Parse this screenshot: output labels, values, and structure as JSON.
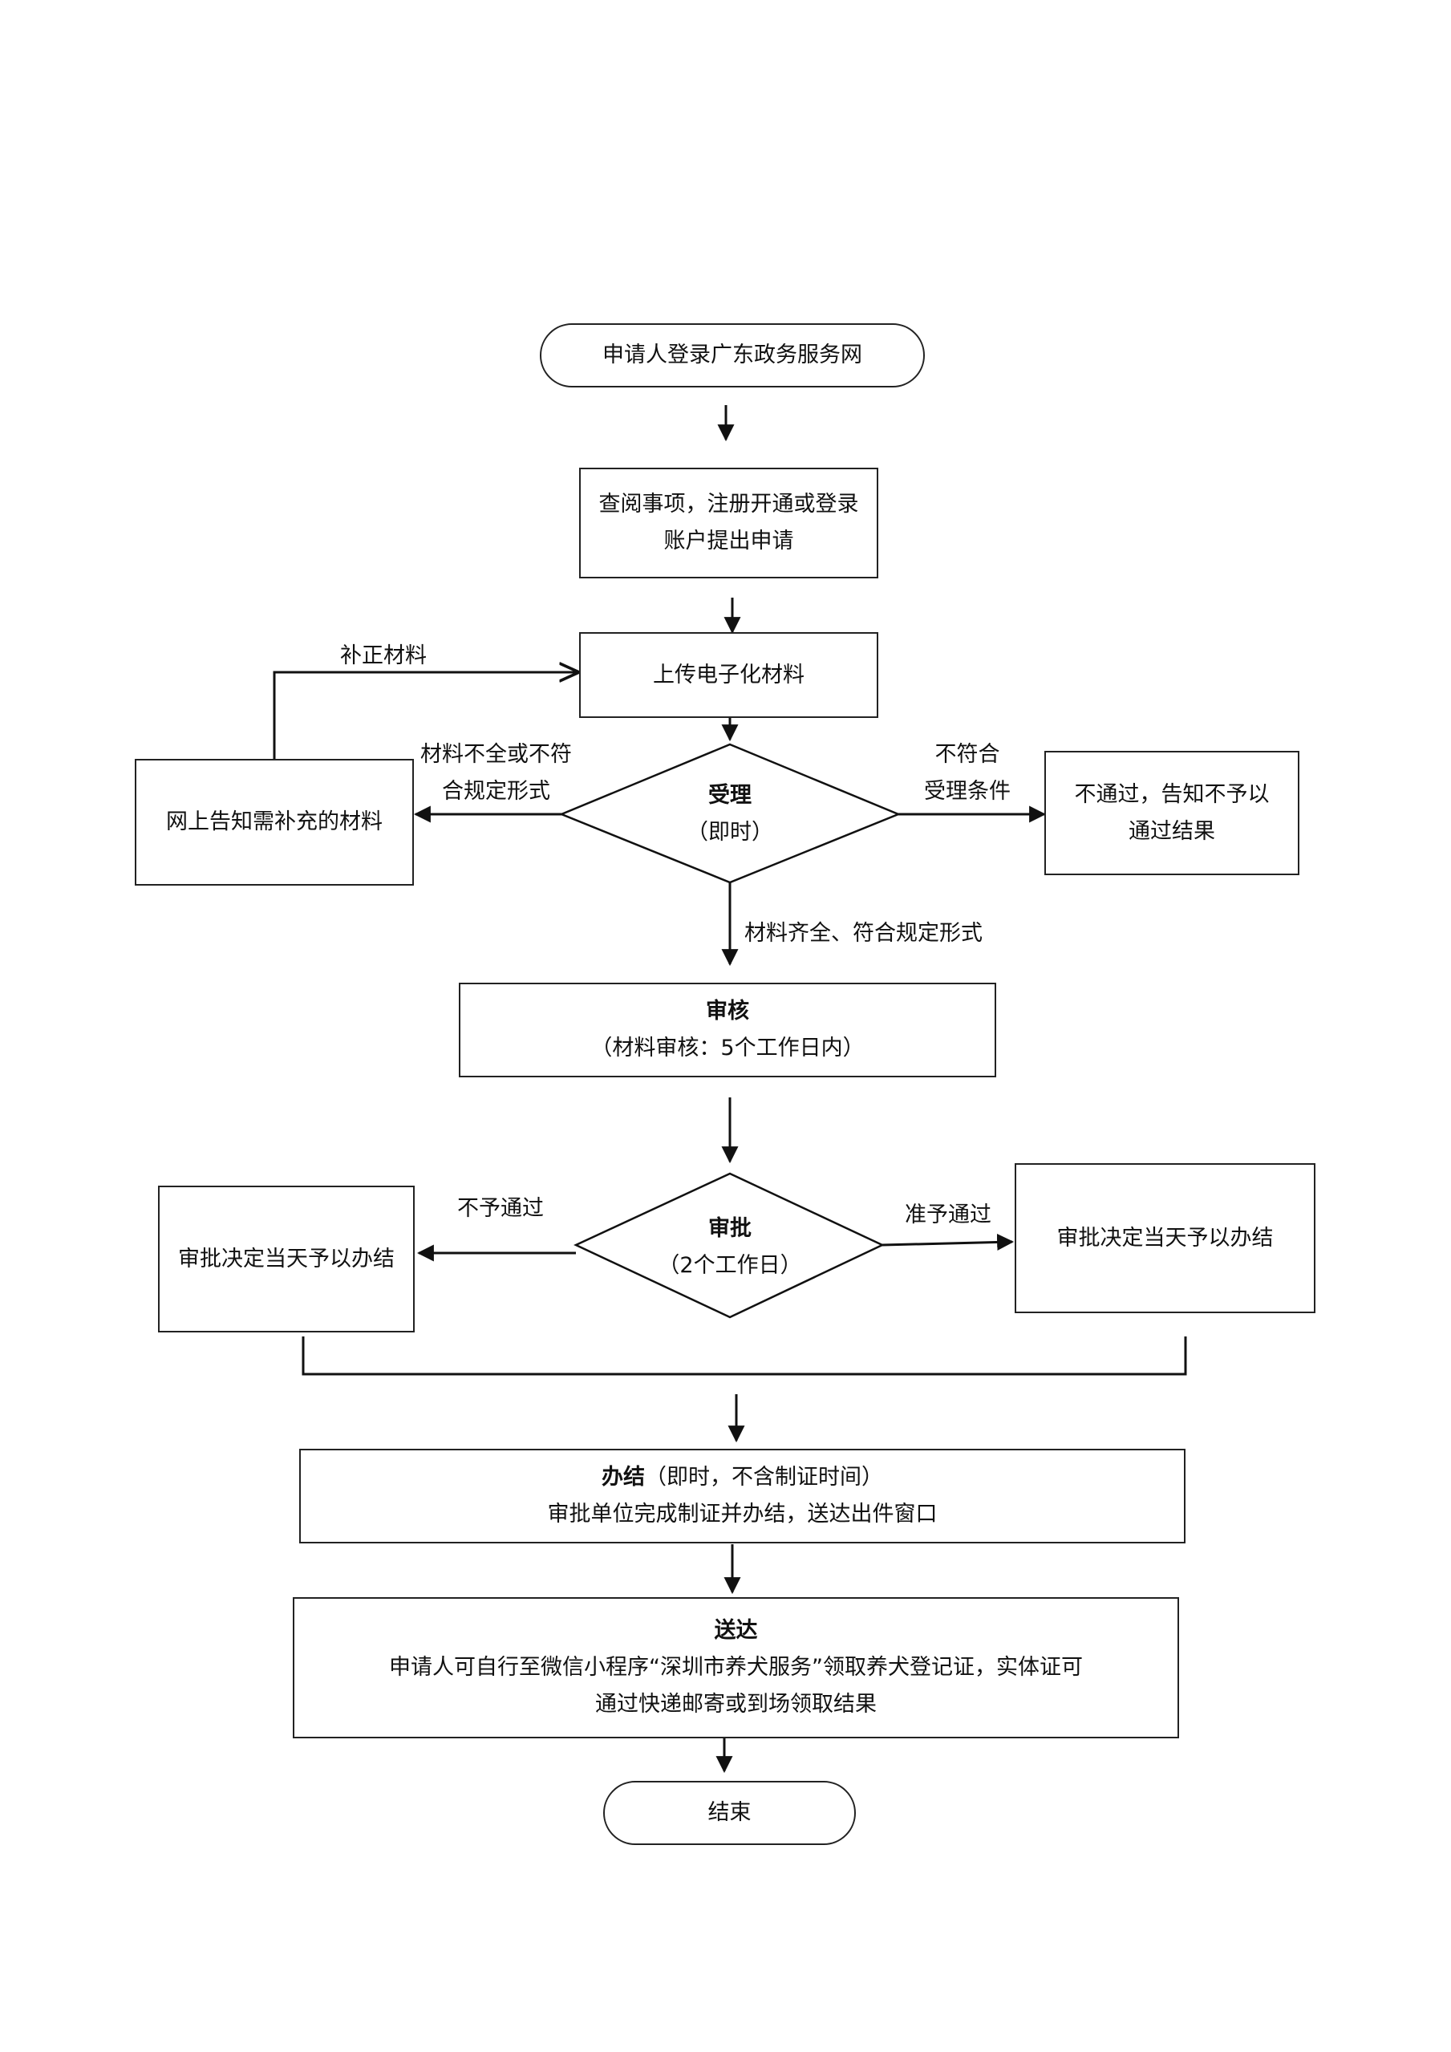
{
  "nodes": {
    "start": "申请人登录广东政务服务网",
    "apply": {
      "line1": "查阅事项，注册开通或登录",
      "line2": "账户提出申请"
    },
    "upload": "上传电子化材料",
    "accept": {
      "title": "受理",
      "sub": "（即时）"
    },
    "notify_supplement": "网上告知需补充的材料",
    "reject": {
      "line1": "不通过，告知不予以",
      "line2": "通过结果"
    },
    "review": {
      "title": "审核",
      "sub": "（材料审核：5个工作日内）"
    },
    "approve": {
      "title": "审批",
      "sub": "（2个工作日）"
    },
    "decision_left": "审批决定当天予以办结",
    "decision_right": "审批决定当天予以办结",
    "complete": {
      "title": "办结",
      "title_sub": "（即时，不含制证时间）",
      "line2": "审批单位完成制证并办结，送达出件窗口"
    },
    "deliver": {
      "title": "送达",
      "line1": "申请人可自行至微信小程序“深圳市养犬服务”领取养犬登记证，实体证可",
      "line2": "通过快递邮寄或到场领取结果"
    },
    "end": "结束"
  },
  "labels": {
    "supplement": "补正材料",
    "incomplete_line1": "材料不全或不符",
    "incomplete_line2": "合规定形式",
    "not_meet_line1": "不符合",
    "not_meet_line2": "受理条件",
    "complete_materials": "材料齐全、符合规定形式",
    "not_approved": "不予通过",
    "approved": "准予通过"
  }
}
